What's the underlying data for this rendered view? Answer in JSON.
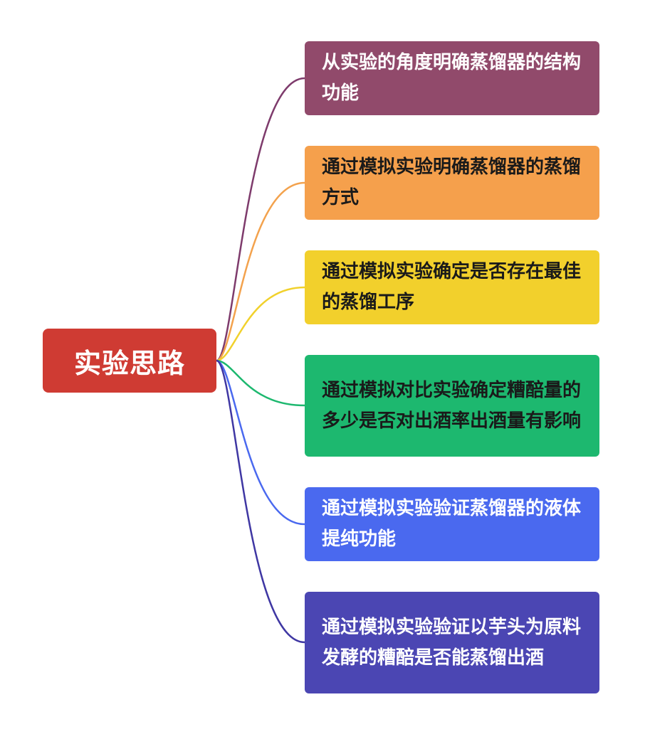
{
  "root": {
    "label": "实验思路",
    "color": "#cf3b33"
  },
  "branches": [
    {
      "label": "从实验的角度明确蒸馏器的结构功能",
      "color": "#914a6b",
      "line_color": "#7e3b6c",
      "dark_text": false
    },
    {
      "label": "通过模拟实验明确蒸馏器的蒸馏方式",
      "color": "#f5a04c",
      "line_color": "#f3a24d",
      "dark_text": true
    },
    {
      "label": "通过模拟实验确定是否存在最佳的蒸馏工序",
      "color": "#f2d02c",
      "line_color": "#f1d12c",
      "dark_text": true
    },
    {
      "label": "通过模拟对比实验确定糟醅量的多少是否对出酒率出酒量有影响",
      "color": "#1db86f",
      "line_color": "#1db86f",
      "dark_text": true
    },
    {
      "label": "通过模拟实验验证蒸馏器的液体提纯功能",
      "color": "#4a69ef",
      "line_color": "#4a69ef",
      "dark_text": false
    },
    {
      "label": "通过模拟实验验证以芋头为原料发酵的糟醅是否能蒸馏出酒",
      "color": "#4b46b3",
      "line_color": "#3f37a3",
      "dark_text": false
    }
  ]
}
